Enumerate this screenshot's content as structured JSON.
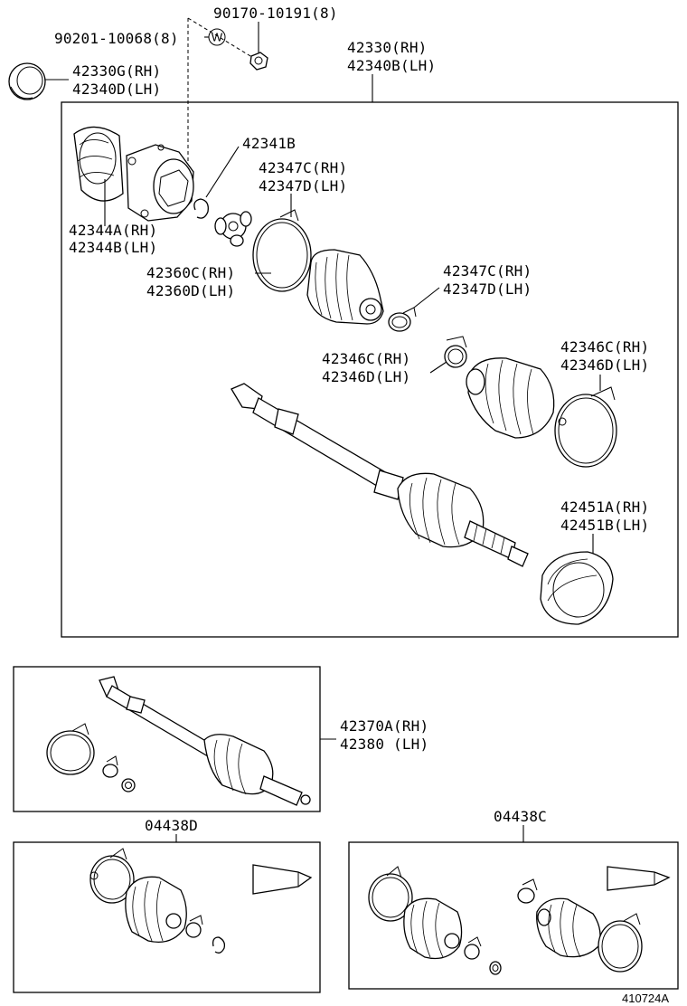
{
  "labels": {
    "bolt_w": "90201-10068(8)",
    "w_marker": "W",
    "nut": "90170-10191(8)",
    "shaft_rh": "42330(RH)",
    "shaft_lh": "42340B(LH)",
    "seal_rh": "42330G(RH)",
    "seal_lh": "42340D(LH)",
    "snap_ring": "42341B",
    "band_big_rh": "42347C(RH)",
    "band_big_lh": "42347D(LH)",
    "outer_joint_rh": "42344A(RH)",
    "outer_joint_lh": "42344B(LH)",
    "boot_rh": "42360C(RH)",
    "boot_lh": "42360D(LH)",
    "band_small_rh": "42347C(RH)",
    "band_small_lh": "42347D(LH)",
    "clamp_inner_rh": "42346C(RH)",
    "clamp_inner_lh": "42346D(LH)",
    "clamp_outer_rh": "42346C(RH)",
    "clamp_outer_lh": "42346D(LH)",
    "dust_rh": "42451A(RH)",
    "dust_lh": "42451B(LH)",
    "assy_rh": "42370A(RH)",
    "assy_lh": "42380 (LH)",
    "kit_d": "04438D",
    "kit_c": "04438C",
    "diagram_id": "410724A"
  },
  "icons": {
    "w_marker": "washer-marker-icon"
  }
}
